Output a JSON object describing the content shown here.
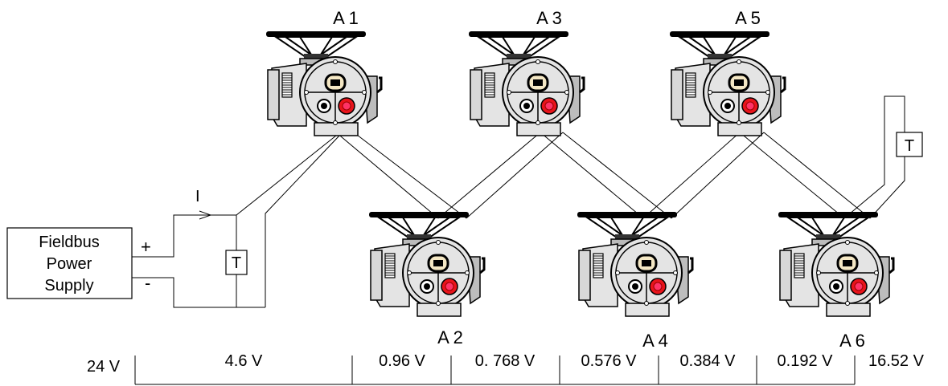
{
  "power_supply": {
    "label_lines": [
      "Fieldbus",
      "Power",
      "Supply"
    ],
    "plus": "+",
    "minus": "-"
  },
  "current_label": "I",
  "terminator_label": "T",
  "actuators": [
    {
      "label": "A 1"
    },
    {
      "label": "A 2"
    },
    {
      "label": "A 3"
    },
    {
      "label": "A 4"
    },
    {
      "label": "A 5"
    },
    {
      "label": "A 6"
    }
  ],
  "voltage_scale": {
    "start": "24 V",
    "segments": [
      "4.6 V",
      "0.96 V",
      "0. 768 V",
      "0.576 V",
      "0.384 V",
      "0.192 V"
    ],
    "end": "16.52 V"
  },
  "colors": {
    "line": "#000000",
    "actuator_body": "#e4e4e4",
    "actuator_shadow": "#9a9a9a",
    "red_button": "#e8141b",
    "window": "#f4e7c4"
  }
}
